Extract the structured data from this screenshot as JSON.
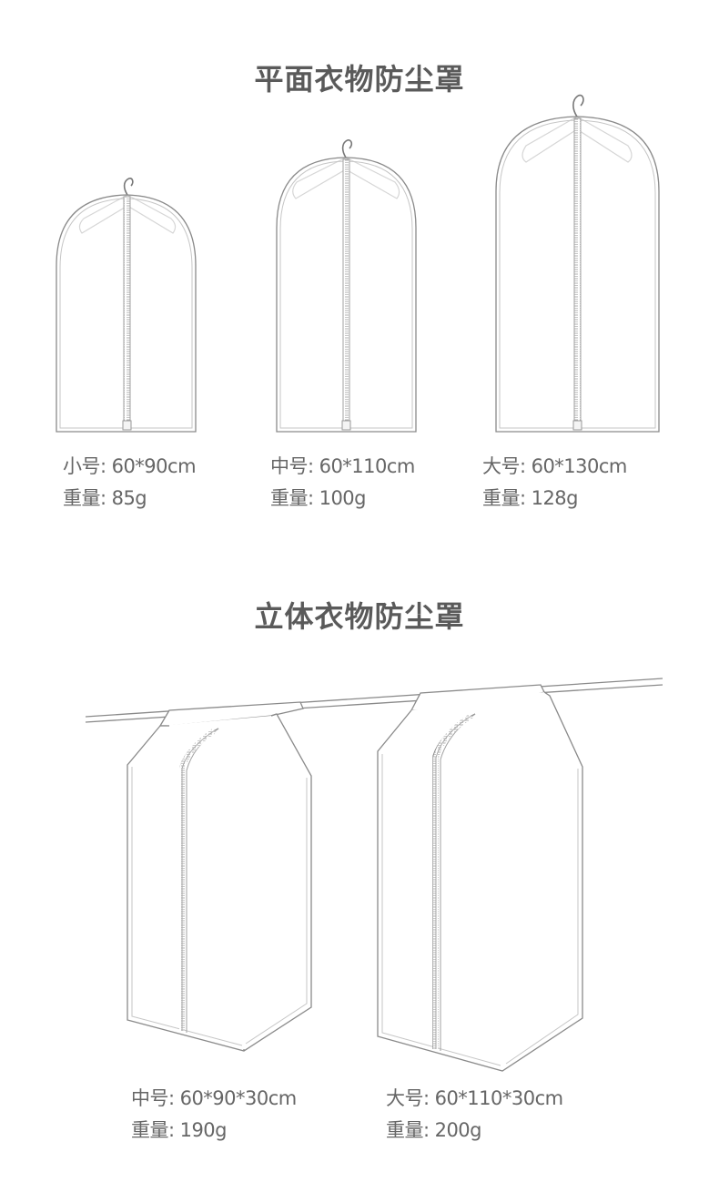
{
  "flat_section": {
    "title": "平面衣物防尘罩",
    "items": [
      {
        "size_label": "小号:",
        "size_value": "60*90cm",
        "weight_label": "重量:",
        "weight_value": "85g"
      },
      {
        "size_label": "中号:",
        "size_value": "60*110cm",
        "weight_label": "重量:",
        "weight_value": "100g"
      },
      {
        "size_label": "大号:",
        "size_value": "60*130cm",
        "weight_label": "重量:",
        "weight_value": "128g"
      }
    ]
  },
  "box_section": {
    "title": "立体衣物防尘罩",
    "items": [
      {
        "size_label": "中号:",
        "size_value": "60*90*30cm",
        "weight_label": "重量:",
        "weight_value": "190g"
      },
      {
        "size_label": "大号:",
        "size_value": "60*110*30cm",
        "weight_label": "重量:",
        "weight_value": "200g"
      }
    ]
  },
  "colors": {
    "outline": "#8a8a8a",
    "zipper": "#a0a0a0",
    "text": "#666666",
    "title": "#5a5a5a"
  }
}
